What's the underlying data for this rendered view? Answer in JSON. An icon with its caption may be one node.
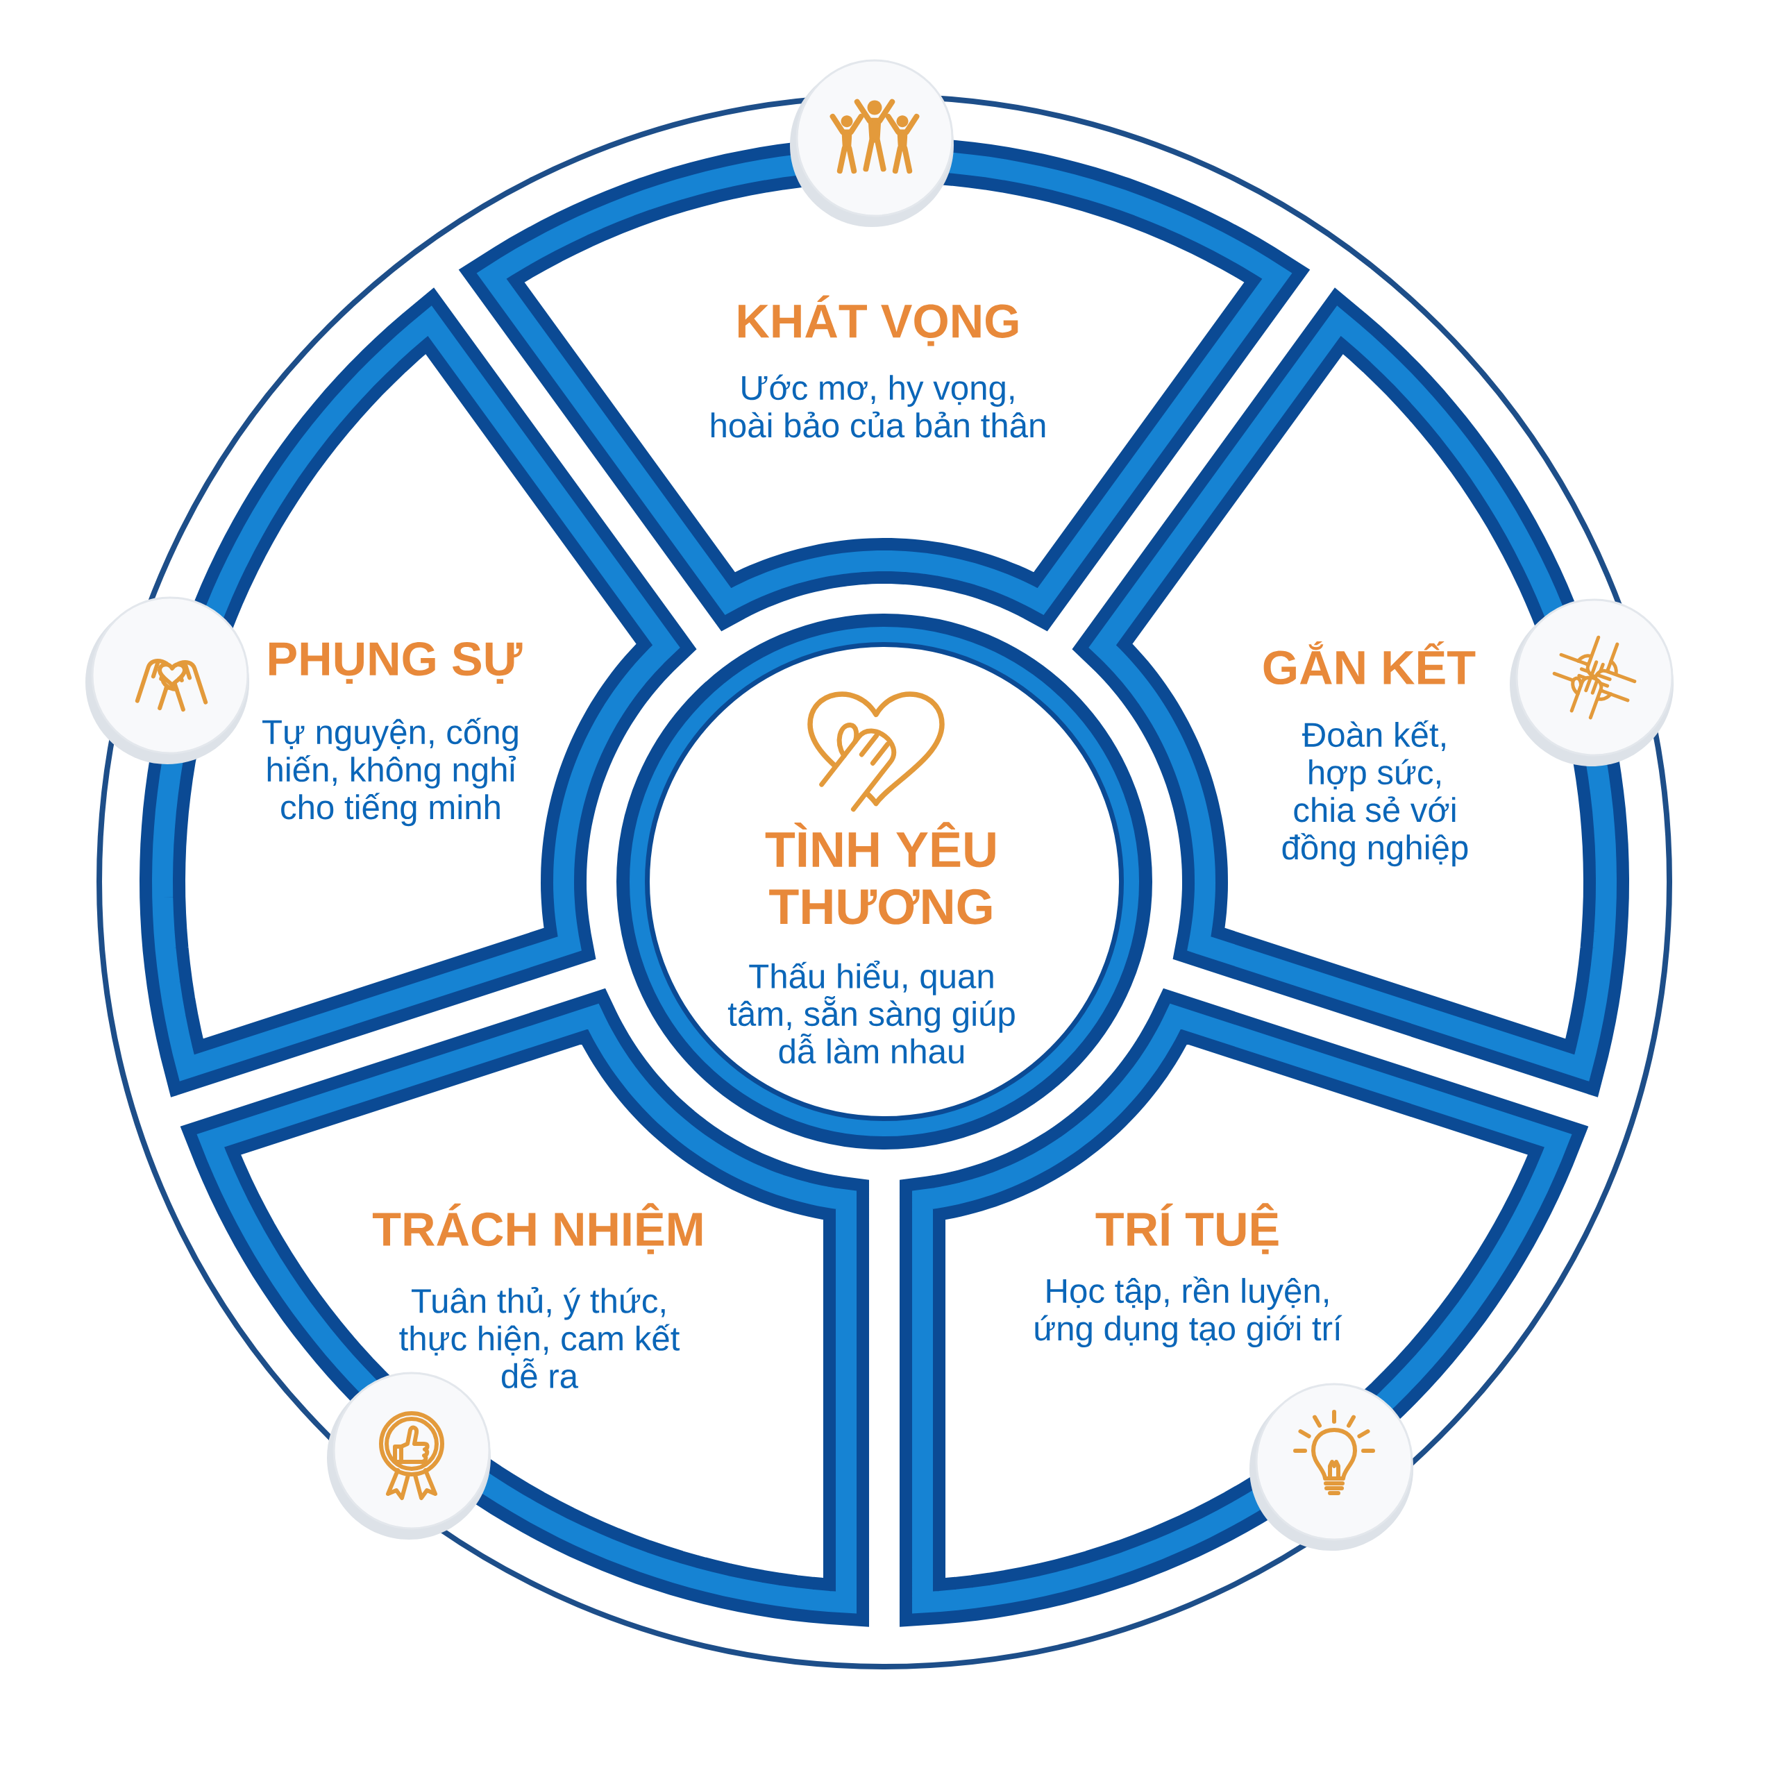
{
  "diagram": {
    "nodes": [
      {
        "text": [
          "KHÁT VỌNG",
          "Ước mơ, hy vọng, hoài bảo của bản thân"
        ]
      },
      {
        "text": [
          "PHỤNG SỰ",
          "Tự nguyện, cống hiến, không nghỉ cho tiếng minh"
        ]
      },
      {
        "text": [
          "GẮN KẾT",
          "Đoàn kết, hợp sức, chia sẻ với đồng nghiệp"
        ]
      },
      {
        "text": [
          "TÌNH YÊU THƯƠNG",
          "Thấu hiểu, quan tâm, sẵn sàng giúp dẫ làm nhau"
        ]
      },
      {
        "text": [
          "TRÁCH NHIỆM",
          "Tuân thủ, ý thức, thực hiện, cam kết dễ ra"
        ]
      },
      {
        "text": [
          "TRÍ TUỆ",
          "Học tập, rền luyện, ứng dụng tạo giới trí"
        ]
      }
    ]
  }
}
